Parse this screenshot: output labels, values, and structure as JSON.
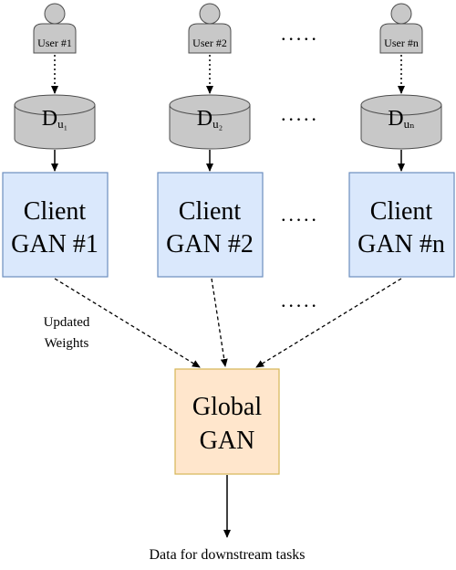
{
  "colors": {
    "client_fill": "#dae8fc",
    "client_stroke": "#6c8ebf",
    "global_fill": "#ffe6cc",
    "global_stroke": "#d6b656",
    "node_gray": "#c8c8c8",
    "node_stroke": "#4d4d4d",
    "line": "#000000"
  },
  "columns": [
    {
      "user_label": "User #1",
      "db_main": "D",
      "db_sub": "u₁",
      "client_line1": "Client",
      "client_line2": "GAN #1"
    },
    {
      "user_label": "User #2",
      "db_main": "D",
      "db_sub": "u₂",
      "client_line1": "Client",
      "client_line2": "GAN #2"
    },
    {
      "user_label": "User #n",
      "db_main": "D",
      "db_sub": "uₙ",
      "client_line1": "Client",
      "client_line2": "GAN #n"
    }
  ],
  "ellipsis": "·····",
  "edge_label": {
    "line1": "Updated",
    "line2": "Weights"
  },
  "global": {
    "line1": "Global",
    "line2": "GAN"
  },
  "output_label": "Data for downstream tasks"
}
